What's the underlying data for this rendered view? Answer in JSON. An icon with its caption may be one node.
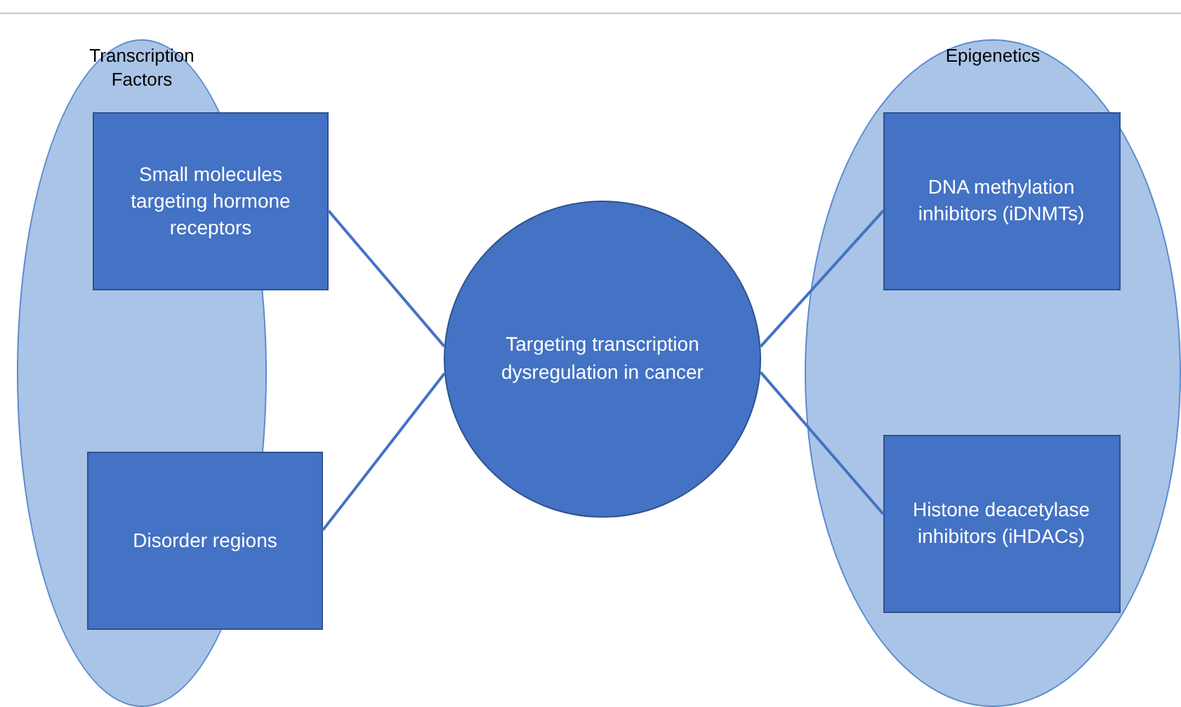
{
  "diagram": {
    "nodes": [
      {
        "text": [
          "Transcription Factors"
        ]
      },
      {
        "text": [
          "Small molecules targeting hormone receptors"
        ]
      },
      {
        "text": [
          "Disorder regions"
        ]
      },
      {
        "text": [
          "Targeting transcription dysregulation in cancer"
        ]
      },
      {
        "text": [
          "Epigenetics"
        ]
      },
      {
        "text": [
          "DNA methylation inhibitors (iDNMTs)"
        ],
        "in": 4
      },
      {
        "text": [
          "Histone deacetylase inhibitors (iHDACs)"
        ],
        "in": 4
      }
    ],
    "edges": [
      {
        "from": 1,
        "to": 3,
        "arrow": "none"
      },
      {
        "from": 2,
        "to": 3,
        "arrow": "none"
      },
      {
        "from": 3,
        "to": 5,
        "arrow": "none"
      },
      {
        "from": 3,
        "to": 6,
        "arrow": "none"
      }
    ]
  }
}
